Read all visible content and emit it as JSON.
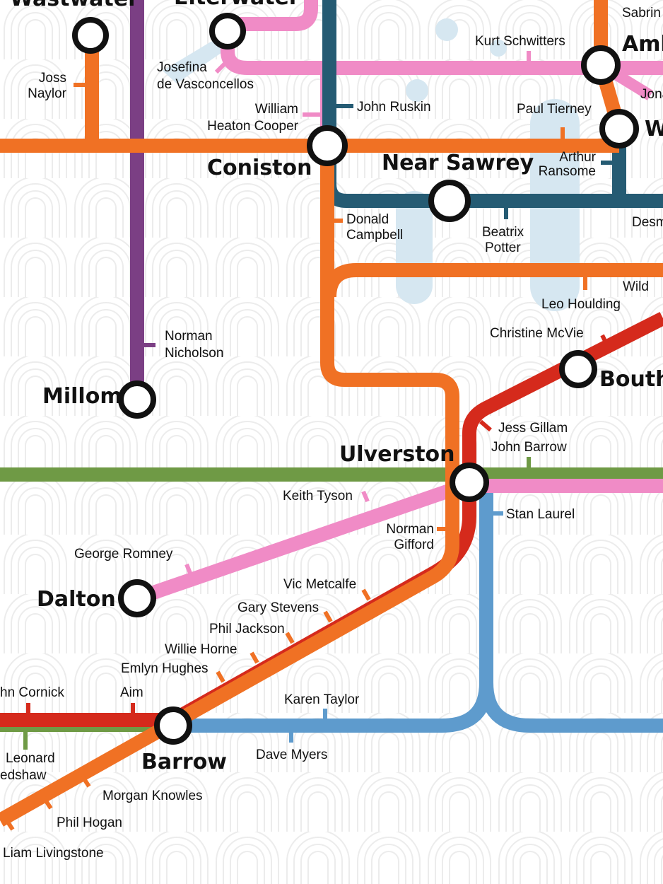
{
  "line_colors": {
    "orange": "#f07124",
    "purple": "#7b3f84",
    "teal": "#255b73",
    "pink": "#f08bc6",
    "green": "#6f9a45",
    "red": "#d52a1c",
    "blue": "#5e9bcd",
    "water": "#d6e7f1",
    "pattern": "#ececec"
  },
  "stations": {
    "wastwater": "Wastwater",
    "elterwater": "Elterwater",
    "ambleside": "Amb",
    "windermere": "W",
    "coniston": "Coniston",
    "near_sawrey": "Near Sawrey",
    "millom": "Millom",
    "bouth": "Bouth",
    "ulverston": "Ulverston",
    "dalton": "Dalton",
    "barrow": "Barrow"
  },
  "people": {
    "joss_naylor": [
      "Joss",
      "Naylor"
    ],
    "josefina": [
      "Josefina",
      "de Vasconcellos"
    ],
    "william_heaton_cooper": [
      "William",
      "Heaton Cooper"
    ],
    "john_ruskin": "John Ruskin",
    "kurt_schwitters": "Kurt Schwitters",
    "sabrina": "Sabrin",
    "jona": "Jona",
    "paul_tierney": "Paul Tierney",
    "arthur_ransome": [
      "Arthur",
      "Ransome"
    ],
    "donald_campbell": [
      "Donald",
      "Campbell"
    ],
    "beatrix_potter": [
      "Beatrix",
      "Potter"
    ],
    "desm": "Desm",
    "wild": "Wild",
    "leo_houlding": "Leo Houlding",
    "christine_mcvie": "Christine McVie",
    "norman_nicholson": [
      "Norman",
      "Nicholson"
    ],
    "jess_gillam": "Jess Gillam",
    "john_barrow": "John Barrow",
    "keith_tyson": "Keith Tyson",
    "stan_laurel": "Stan Laurel",
    "norman_gifford": [
      "Norman",
      "Gifford"
    ],
    "george_romney": "George Romney",
    "vic_metcalfe": "Vic Metcalfe",
    "gary_stevens": "Gary Stevens",
    "phil_jackson": "Phil Jackson",
    "willie_horne": "Willie Horne",
    "emlyn_hughes": "Emlyn Hughes",
    "aim": "Aim",
    "john_cornick": "hn Cornick",
    "karen_taylor": "Karen Taylor",
    "dave_myers": "Dave Myers",
    "leonard_bradshaw": [
      "Leonard",
      "edshaw"
    ],
    "morgan_knowles": "Morgan Knowles",
    "phil_hogan": "Phil Hogan",
    "liam_livingstone": "Liam Livingstone"
  }
}
